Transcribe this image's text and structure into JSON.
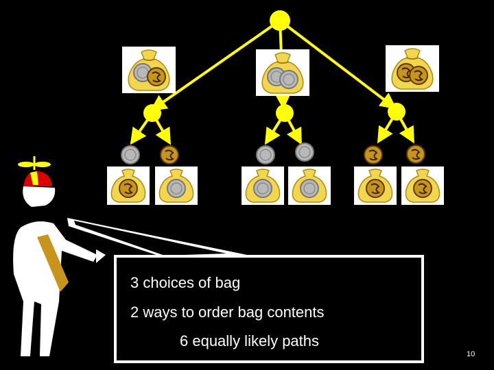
{
  "slide": {
    "caption_lines": [
      "3 choices of bag",
      "2 ways to order bag contents",
      "6 equally likely paths"
    ],
    "page_number": "10"
  },
  "colors": {
    "background": "#000000",
    "tree": "#ffff00",
    "bag": "#f2d64e",
    "silver_coin": "#b8b8b8",
    "gold_coin": "#c8951c",
    "caption_border": "#ffffff"
  },
  "tree": {
    "root": "start-node",
    "bags": [
      {
        "name": "bag-silver-gold",
        "coins": [
          "silver",
          "gold"
        ],
        "orders": [
          [
            "silver",
            "gold"
          ],
          [
            "gold",
            "silver"
          ]
        ]
      },
      {
        "name": "bag-silver-silver",
        "coins": [
          "silver",
          "silver"
        ],
        "orders": [
          [
            "silver",
            "silver"
          ],
          [
            "silver",
            "silver"
          ]
        ]
      },
      {
        "name": "bag-gold-gold",
        "coins": [
          "gold",
          "gold"
        ],
        "orders": [
          [
            "gold",
            "gold"
          ],
          [
            "gold",
            "gold"
          ]
        ]
      }
    ]
  },
  "icons": [
    "coin-bag-icon",
    "silver-coin-icon",
    "gold-coin-icon",
    "person-with-propeller-cap-icon"
  ]
}
